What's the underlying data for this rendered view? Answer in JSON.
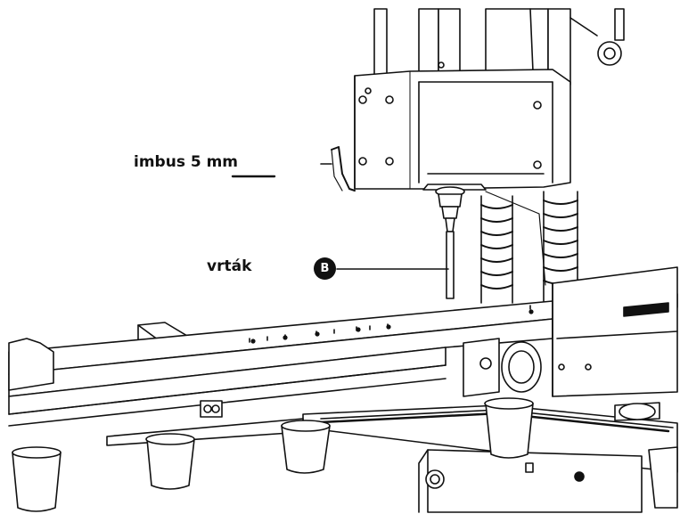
{
  "labels": {
    "hex_key": "imbus 5 mm",
    "drill_bit": "vrták",
    "callout_b": "B"
  },
  "colors": {
    "line": "#111111",
    "background": "#ffffff"
  }
}
